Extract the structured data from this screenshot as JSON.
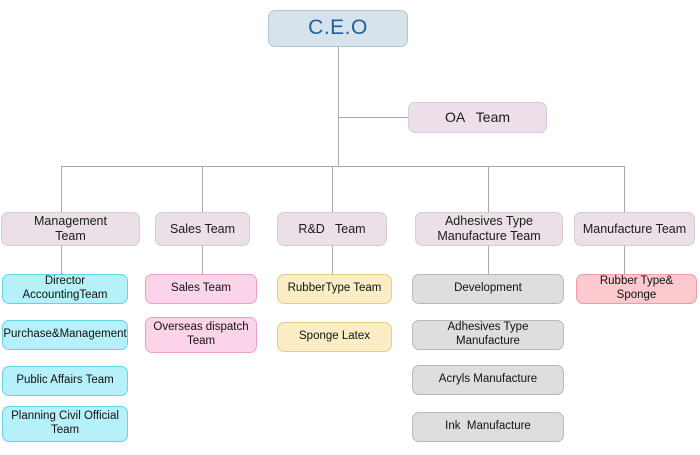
{
  "chart_data": {
    "type": "diagram",
    "title": "Company Organization Chart",
    "root": {
      "label": "C.E.O"
    },
    "staff": [
      {
        "label": "OA   Team"
      }
    ],
    "departments": [
      {
        "label": "Management\nTeam",
        "children": [
          "Director AccountingTeam",
          "Purchase&Management",
          "Public Affairs Team",
          "Planning Civil Official\nTeam"
        ]
      },
      {
        "label": "Sales Team",
        "children": [
          "Sales Team",
          "Overseas dispatch\nTeam"
        ]
      },
      {
        "label": "R&D   Team",
        "children": [
          "RubberType Team",
          "Sponge Latex"
        ]
      },
      {
        "label": "Adhesives Type\nManufacture Team",
        "children": [
          "Development",
          "Adhesives Type Manufacture",
          "Acryls Manufacture",
          "Ink  Manufacture"
        ]
      },
      {
        "label": "Manufacture Team",
        "children": [
          "Rubber Type& Sponge"
        ]
      }
    ]
  },
  "nodes": {
    "ceo": "C.E.O",
    "oa_team": "OA   Team",
    "dept1": "Management\nTeam",
    "dept2": "Sales Team",
    "dept3": "R&D   Team",
    "dept4": "Adhesives Type\nManufacture Team",
    "dept5": "Manufacture Team",
    "c1a": "Director AccountingTeam",
    "c1b": "Purchase&Management",
    "c1c": "Public Affairs Team",
    "c1d": "Planning Civil Official\nTeam",
    "c2a": "Sales Team",
    "c2b": "Overseas dispatch\nTeam",
    "c3a": "RubberType Team",
    "c3b": "Sponge Latex",
    "c4a": "Development",
    "c4b": "Adhesives Type Manufacture",
    "c4c": "Acryls Manufacture",
    "c4d": "Ink  Manufacture",
    "c5a": "Rubber Type& Sponge"
  },
  "colors": {
    "ceo_fill": "#d7e3ec",
    "ceo_text": "#1f5f9e",
    "unit_fill": "#ebdfe8",
    "cyan_fill": "#b6f0f8",
    "pink_fill": "#fbd4ea",
    "yellow_fill": "#fbeec4",
    "gray_fill": "#dedede",
    "salmon_fill": "#fbc9ce",
    "connector": "#a9a9a9",
    "background": "#ffffff"
  }
}
